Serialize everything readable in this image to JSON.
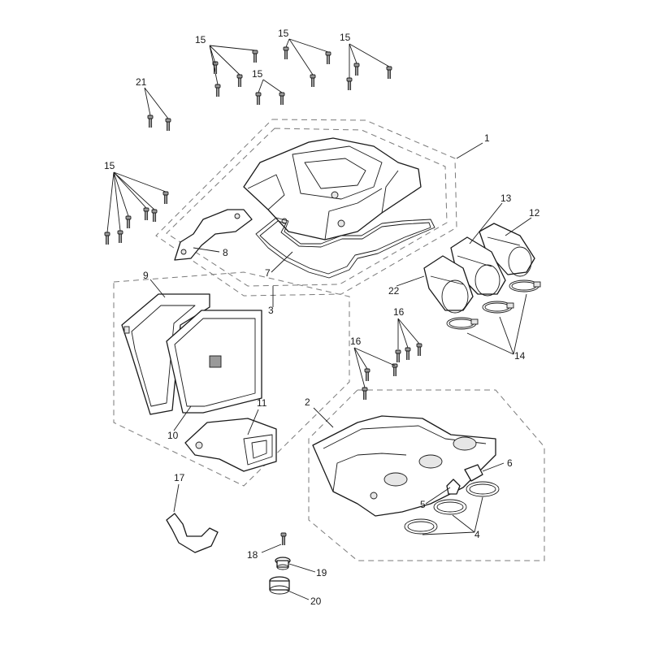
{
  "diagram": {
    "callouts": [
      {
        "id": "c15a",
        "label": "15"
      },
      {
        "id": "c15b",
        "label": "15"
      },
      {
        "id": "c15c",
        "label": "15"
      },
      {
        "id": "c15d",
        "label": "15"
      },
      {
        "id": "c15e",
        "label": "15"
      },
      {
        "id": "c21",
        "label": "21"
      },
      {
        "id": "c1",
        "label": "1"
      },
      {
        "id": "c13",
        "label": "13"
      },
      {
        "id": "c12",
        "label": "12"
      },
      {
        "id": "c8",
        "label": "8"
      },
      {
        "id": "c7",
        "label": "7"
      },
      {
        "id": "c9",
        "label": "9"
      },
      {
        "id": "c3",
        "label": "3"
      },
      {
        "id": "c22",
        "label": "22"
      },
      {
        "id": "c16a",
        "label": "16"
      },
      {
        "id": "c16b",
        "label": "16"
      },
      {
        "id": "c14",
        "label": "14"
      },
      {
        "id": "c2",
        "label": "2"
      },
      {
        "id": "c11",
        "label": "11"
      },
      {
        "id": "c10",
        "label": "10"
      },
      {
        "id": "c6",
        "label": "6"
      },
      {
        "id": "c5",
        "label": "5"
      },
      {
        "id": "c4",
        "label": "4"
      },
      {
        "id": "c17",
        "label": "17"
      },
      {
        "id": "c18",
        "label": "18"
      },
      {
        "id": "c19",
        "label": "19"
      },
      {
        "id": "c20",
        "label": "20"
      }
    ]
  }
}
